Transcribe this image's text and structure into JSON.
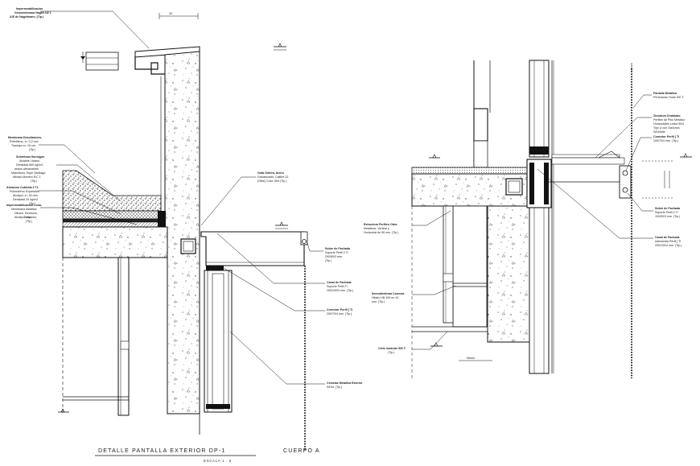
{
  "title_block": {
    "title": "DETALLE PANTALLA EXTERIOR DP-1",
    "scale": "ESCALA 1 : 5",
    "subtitle": "CUERPO A"
  },
  "left_detail": {
    "top_annotation": [
      "Impermeabilizacion",
      "Geomembrana Nagfel N2 1",
      "A/E de Nagelmann, (Tip.)"
    ],
    "left_annotations": [
      {
        "lines": [
          "Membrana Desolizacion,",
          "Polietileno, e= 0,2 mm",
          "Traslapo e= 15 cm.",
          "(Tip.)"
        ]
      },
      {
        "lines": [
          "Sobrelosa Hormigon",
          "Aislante Liviano",
          "Densidad 800 kg/m3,",
          "aridos alivianantes",
          "Marmifono, Espe Santiago",
          "Afirado Mortero E/C 1",
          "(Tip.)"
        ]
      },
      {
        "lines": [
          "Aislacion Cubierta 3 TL",
          "Poliestireno Expandido",
          "Alcalpol, e= 40 mm.",
          "Densidad 20 kg/m3",
          "(Tip.)"
        ]
      },
      {
        "lines": [
          "Impermeabilizacion Losa,",
          "Membrana Asfaltica",
          "Ditosol, Emulsion,",
          "Alcalpol, espesor,",
          "3mm,",
          "(Tip.)"
        ]
      }
    ],
    "right_annotations": [
      {
        "lines": [
          "Gota Gotera, Acero",
          "Galvanizado, Calibre 22",
          "(Ofse) Color Gris (Tip.)"
        ]
      },
      {
        "lines": [
          "Sobre de Fachada",
          "Soporte Perfil 2 Tl",
          "200/50/3 mm.",
          "(Tip.)"
        ]
      },
      {
        "lines": [
          "Canal de Fachada",
          "Soporte Perfil Tl",
          "200/100/3 mm. (Tip.)"
        ]
      },
      {
        "lines": [
          "Conector Perfil [ Tl",
          "200/70/4 mm. (Tip.)"
        ]
      },
      {
        "lines": [
          "Celosias Metalica Exterior",
          "S/Det. (Tip.)"
        ]
      }
    ]
  },
  "right_detail": {
    "annotations": [
      {
        "lines": [
          "Pantalla Metalica",
          "Perforacion Solar S/E.T."
        ]
      },
      {
        "lines": [
          "Zincalum Ondulado",
          "Perfiles de Piso Metalico",
          "Horizontales Unica 50/4",
          "Tipo U con Ganchos",
          "S/Detalle"
        ]
      },
      {
        "lines": [
          "Conector Perfil [ Tl",
          "100/70/4 mm. (Tip.)"
        ]
      },
      {
        "lines": [
          "Estructura Perfiles Obra",
          "Metalicos, Vertical y",
          "Horizontal de 50 mm. (Tip.)"
        ]
      },
      {
        "lines": [
          "Sobre de Fachada",
          "Soporte Perfil 2 Tl",
          "100/50/3 mm. (Tip.)"
        ]
      },
      {
        "lines": [
          "Canal de Fachada",
          "Intermedia Perfil [ Tl",
          "200/100/4 mm. (Tip.)"
        ]
      },
      {
        "lines": [
          "Semodientrara Conecta",
          "Hilado HN 100 en 10",
          "mm. (Tip.)"
        ]
      },
      {
        "lines": [
          "Cielo modular S/E.T.",
          "(Tip.)"
        ]
      }
    ],
    "bottom_label": "Nivelo"
  }
}
